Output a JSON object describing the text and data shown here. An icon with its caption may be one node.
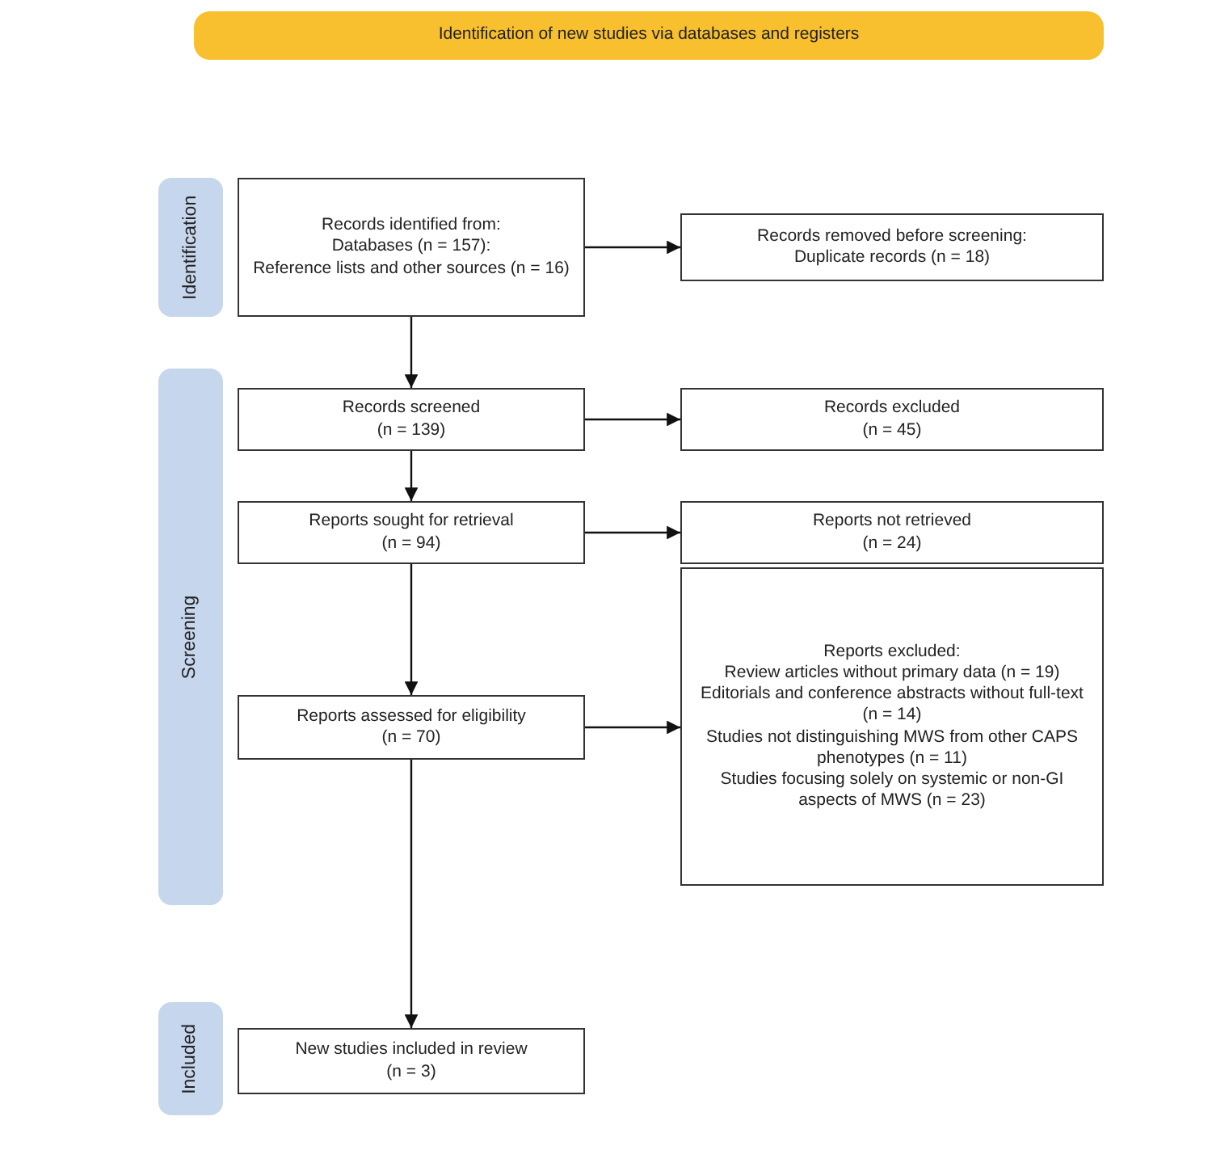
{
  "diagram": {
    "nodes": [
      {
        "text": [
          "Identification of new studies via databases and registers"
        ]
      },
      {
        "text": [
          "Identification"
        ]
      },
      {
        "text": [
          "Records identified from:",
          "Databases (n = 157):",
          "Reference lists and other sources (n = 16)"
        ]
      },
      {
        "text": [
          "Records removed before screening:",
          "Duplicate records (n = 18)"
        ]
      },
      {
        "text": [
          "Screening"
        ]
      },
      {
        "text": [
          "Records screened",
          "(n = 139)"
        ]
      },
      {
        "text": [
          "Records excluded",
          "(n = 45)"
        ]
      },
      {
        "text": [
          "Reports sought for retrieval",
          "(n = 94)"
        ]
      },
      {
        "text": [
          "Reports not retrieved",
          "(n = 24)"
        ]
      },
      {
        "text": [
          "Reports assessed for eligibility",
          "(n = 70)"
        ]
      },
      {
        "text": [
          "Reports excluded:",
          "Review articles without primary data (n = 19)",
          "Editorials and conference abstracts without full-text (n = 14)",
          "Studies not distinguishing MWS from other CAPS phenotypes (n = 11)",
          "Studies focusing solely on systemic or non-GI aspects of MWS (n = 23)"
        ]
      },
      {
        "text": [
          "Included"
        ]
      },
      {
        "text": [
          "New studies included in review",
          "(n = 3)"
        ]
      }
    ],
    "edges": [
      {
        "from": 2,
        "to": 3,
        "arrow": "to"
      },
      {
        "from": 2,
        "to": 5,
        "arrow": "to"
      },
      {
        "from": 5,
        "to": 6,
        "arrow": "to"
      },
      {
        "from": 5,
        "to": 7,
        "arrow": "to"
      },
      {
        "from": 7,
        "to": 8,
        "arrow": "to"
      },
      {
        "from": 7,
        "to": 9,
        "arrow": "to"
      },
      {
        "from": 9,
        "to": 10,
        "arrow": "to"
      },
      {
        "from": 9,
        "to": 12,
        "arrow": "to"
      }
    ]
  }
}
